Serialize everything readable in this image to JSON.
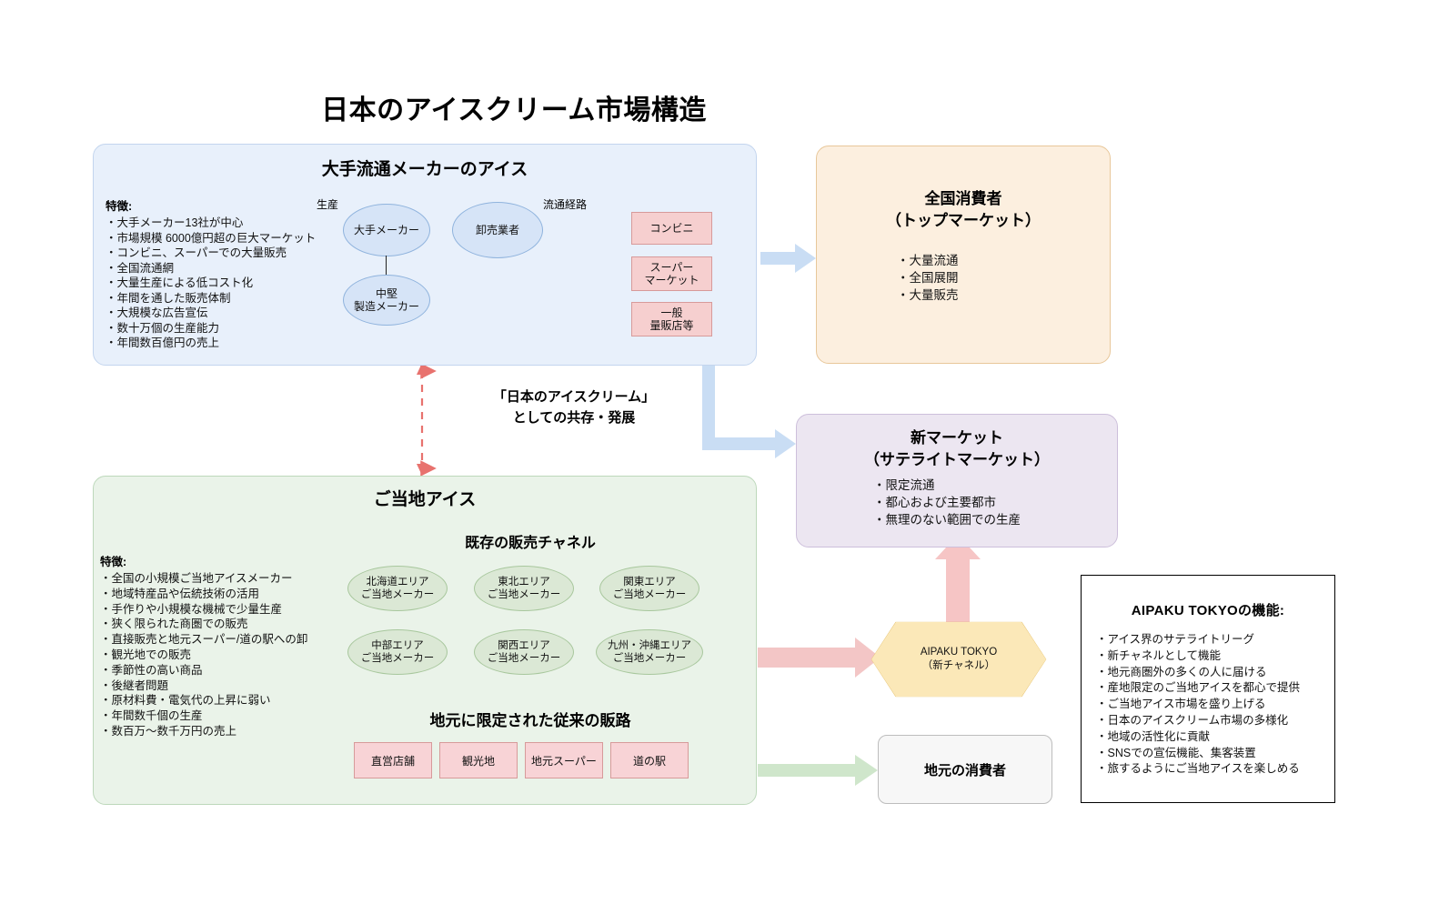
{
  "title": "日本のアイスクリーム市場構造",
  "major_panel": {
    "title": "大手流通メーカーのアイス",
    "features_heading": "特徴:",
    "features": [
      "・大手メーカー13社が中心",
      "・市場規模 6000億円超の巨大マーケット",
      "・コンビニ、スーパーでの大量販売",
      "・全国流通網",
      "・大量生産による低コスト化",
      "・年間を通した販売体制",
      "・大規模な広告宣伝",
      "・数十万個の生産能力",
      "・年間数百億円の売上"
    ],
    "label_production": "生産",
    "label_distribution": "流通経路",
    "node_major_maker": "大手メーカー",
    "node_mid_maker_l1": "中堅",
    "node_mid_maker_l2": "製造メーカー",
    "node_wholesaler": "卸売業者",
    "channel_conveni": "コンビニ",
    "channel_super_l1": "スーパー",
    "channel_super_l2": "マーケット",
    "channel_mass_l1": "一般",
    "channel_mass_l2": "量販店等"
  },
  "top_market": {
    "title_l1": "全国消費者",
    "title_l2": "（トップマーケット）",
    "bullets": [
      "・大量流通",
      "・全国展開",
      "・大量販売"
    ]
  },
  "satellite_market": {
    "title_l1": "新マーケット",
    "title_l2": "（サテライトマーケット）",
    "bullets": [
      "・限定流通",
      "・都心および主要都市",
      "・無理のない範囲での生産"
    ]
  },
  "coexist": {
    "line1": "「日本のアイスクリーム」",
    "line2": "としての共存・発展"
  },
  "local_panel": {
    "title": "ご当地アイス",
    "features_heading": "特徴:",
    "features": [
      "・全国の小規模ご当地アイスメーカー",
      "・地域特産品や伝統技術の活用",
      "・手作りや小規模な機械で少量生産",
      "・狭く限られた商圏での販売",
      "・直接販売と地元スーパー/道の駅への卸",
      "・観光地での販売",
      "・季節性の高い商品",
      "・後継者問題",
      "・原材料費・電気代の上昇に弱い",
      "・年間数千個の生産",
      "・数百万～数千万円の売上"
    ],
    "channel_heading": "既存の販売チャネル",
    "regions": [
      {
        "l1": "北海道エリア",
        "l2": "ご当地メーカー"
      },
      {
        "l1": "東北エリア",
        "l2": "ご当地メーカー"
      },
      {
        "l1": "関東エリア",
        "l2": "ご当地メーカー"
      },
      {
        "l1": "中部エリア",
        "l2": "ご当地メーカー"
      },
      {
        "l1": "関西エリア",
        "l2": "ご当地メーカー"
      },
      {
        "l1": "九州・沖縄エリア",
        "l2": "ご当地メーカー"
      }
    ],
    "route_heading": "地元に限定された従来の販路",
    "routes": [
      "直営店舗",
      "観光地",
      "地元スーパー",
      "道の駅"
    ]
  },
  "aipaku": {
    "name": "AIPAKU TOKYO",
    "sub": "（新チャネル）"
  },
  "local_consumer": "地元の消費者",
  "functions_box": {
    "title": "AIPAKU TOKYOの機能:",
    "items": [
      "・アイス界のサテライトリーグ",
      "・新チャネルとして機能",
      "・地元商圏外の多くの人に届ける",
      "・産地限定のご当地アイスを都心で提供",
      "・ご当地アイス市場を盛り上げる",
      "・日本のアイスクリーム市場の多様化",
      "・地域の活性化に貢献",
      "・SNSでの宣伝機能、集客装置",
      "・旅するようにご当地アイスを楽しめる"
    ]
  },
  "colors": {
    "major_panel_bg": "#e8f0fb",
    "local_panel_bg": "#eaf3e9",
    "top_market_bg": "#fcefdf",
    "satellite_bg": "#ece6f1",
    "pink_box": "#f6cfcf",
    "hexagon": "#fbe8b8",
    "blue_arrow": "#c9ddf4",
    "pink_arrow": "#f5c5c5",
    "green_arrow": "#cfe6cb",
    "dashed_arrow": "#e8726e"
  }
}
